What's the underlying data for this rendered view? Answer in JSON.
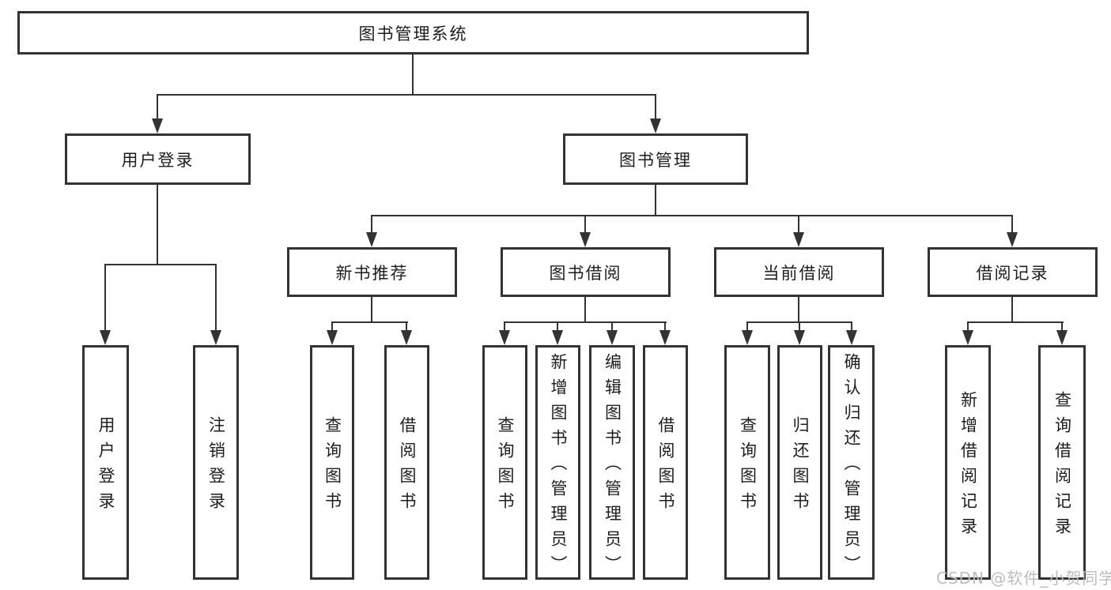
{
  "colors": {
    "line": "#333333",
    "text": "#1d1d1d",
    "background": "#ffffff",
    "watermark": "#bdbdbd"
  },
  "root": {
    "label": "图书管理系统"
  },
  "branches": {
    "user": {
      "label": "用户登录",
      "children": [
        "用户登录",
        "注销登录"
      ]
    },
    "book": {
      "label": "图书管理",
      "sections": [
        {
          "label": "新书推荐",
          "children": [
            "查询图书",
            "借阅图书"
          ]
        },
        {
          "label": "图书借阅",
          "children": [
            "查询图书",
            "新增图书（管理员）",
            "编辑图书（管理员）",
            "借阅图书"
          ]
        },
        {
          "label": "当前借阅",
          "children": [
            "查询图书",
            "归还图书",
            "确认归还（管理员）"
          ]
        },
        {
          "label": "借阅记录",
          "children": [
            "新增借阅记录",
            "查询借阅记录"
          ]
        }
      ]
    }
  },
  "watermark": "CSDN @软件_小贺同学"
}
